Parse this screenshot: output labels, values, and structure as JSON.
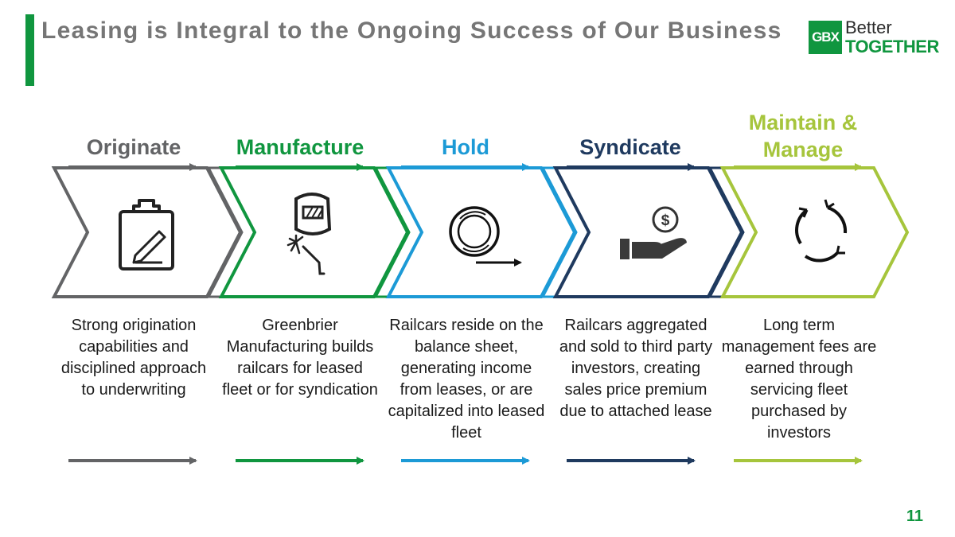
{
  "title": "Leasing is Integral to the Ongoing Success of Our Business",
  "logo": {
    "mark": "GBX",
    "line1": "Better",
    "line2": "TOGETHER"
  },
  "stages": [
    {
      "heading": "Originate",
      "color": "#636466",
      "icon": "clipboard-pencil-icon",
      "description": "Strong origination capabilities and disciplined approach to underwriting"
    },
    {
      "heading": "Manufacture",
      "color": "#10963f",
      "icon": "welding-mask-icon",
      "description": "Greenbrier Manufacturing builds railcars for leased fleet or for syndication"
    },
    {
      "heading": "Hold",
      "color": "#1c9ad6",
      "icon": "cycle-hold-icon",
      "description": "Railcars reside on the balance sheet, generating income from leases, or are capitalized into leased fleet"
    },
    {
      "heading": "Syndicate",
      "color": "#1f3a5f",
      "icon": "hand-dollar-icon",
      "description": "Railcars aggregated and sold to third party investors, creating sales price premium due to attached lease"
    },
    {
      "heading": "Maintain & Manage",
      "color": "#a6c53c",
      "icon": "recycle-arrows-icon",
      "description": "Long term management fees are earned through servicing fleet purchased by investors"
    }
  ],
  "page_number": "11"
}
